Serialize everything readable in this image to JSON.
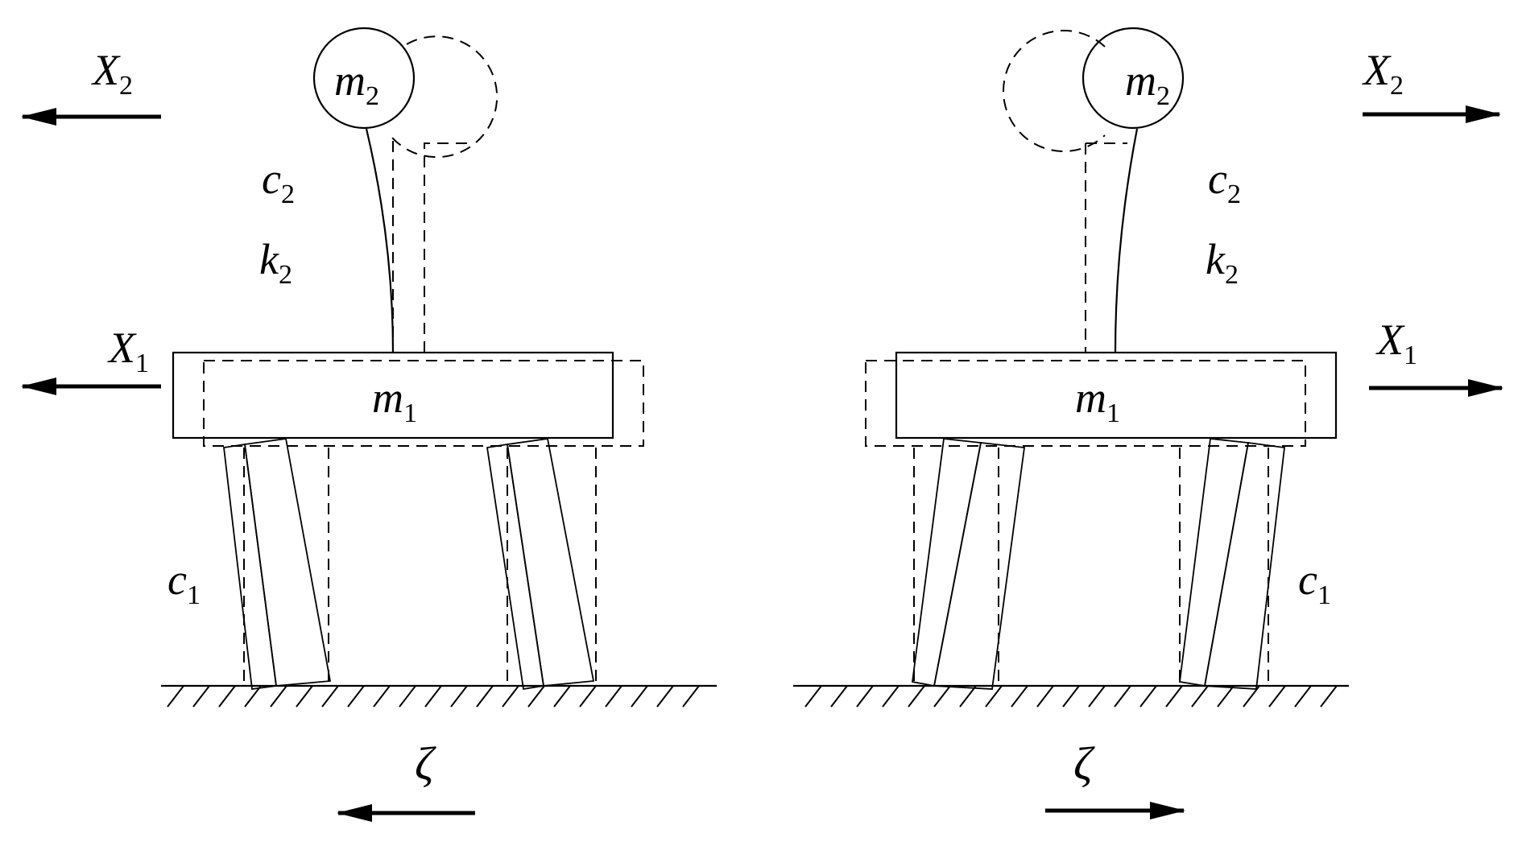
{
  "colors": {
    "stroke": "#000000",
    "background": "#ffffff"
  },
  "left_panel": {
    "arrow_x2": {
      "base": "X",
      "sub": "2",
      "direction": "left"
    },
    "arrow_x1": {
      "base": "X",
      "sub": "1",
      "direction": "left"
    },
    "arrow_zeta": {
      "symbol": "ζ",
      "direction": "left"
    },
    "mass2": {
      "base": "m",
      "sub": "2"
    },
    "mass1": {
      "base": "m",
      "sub": "1"
    },
    "damper2": {
      "base": "c",
      "sub": "2"
    },
    "spring2": {
      "base": "k",
      "sub": "2"
    },
    "damper1": {
      "base": "c",
      "sub": "1"
    }
  },
  "right_panel": {
    "arrow_x2": {
      "base": "X",
      "sub": "2",
      "direction": "right"
    },
    "arrow_x1": {
      "base": "X",
      "sub": "1",
      "direction": "right"
    },
    "arrow_zeta": {
      "symbol": "ζ",
      "direction": "right"
    },
    "mass2": {
      "base": "m",
      "sub": "2"
    },
    "mass1": {
      "base": "m",
      "sub": "1"
    },
    "damper2": {
      "base": "c",
      "sub": "2"
    },
    "spring2": {
      "base": "k",
      "sub": "2"
    },
    "damper1": {
      "base": "c",
      "sub": "1"
    }
  }
}
